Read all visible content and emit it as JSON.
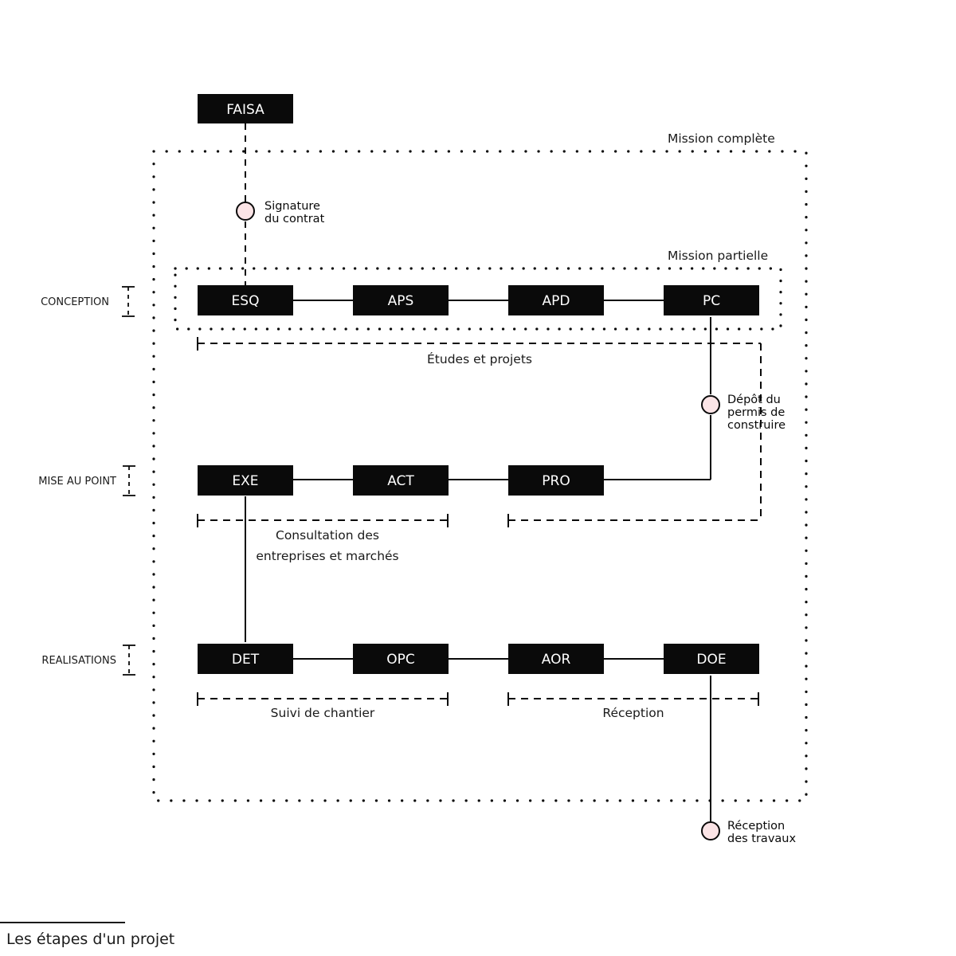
{
  "caption": "Les étapes d'un projet",
  "groups": [
    {
      "id": "mission-complete",
      "label": "Mission complète"
    },
    {
      "id": "mission-partielle",
      "label": "Mission partielle"
    }
  ],
  "row_labels": [
    {
      "id": "conception",
      "label": "CONCEPTION"
    },
    {
      "id": "mise-au-point",
      "label": "MISE AU POINT"
    },
    {
      "id": "realisations",
      "label": "REALISATIONS"
    }
  ],
  "phases": {
    "top": [
      {
        "id": "faisa",
        "label": "FAISA"
      }
    ],
    "conception": [
      {
        "id": "esq",
        "label": "ESQ"
      },
      {
        "id": "aps",
        "label": "APS"
      },
      {
        "id": "apd",
        "label": "APD"
      },
      {
        "id": "pc",
        "label": "PC"
      }
    ],
    "mise_au_point": [
      {
        "id": "exe",
        "label": "EXE"
      },
      {
        "id": "act",
        "label": "ACT"
      },
      {
        "id": "pro",
        "label": "PRO"
      }
    ],
    "realisations": [
      {
        "id": "det",
        "label": "DET"
      },
      {
        "id": "opc",
        "label": "OPC"
      },
      {
        "id": "aor",
        "label": "AOR"
      },
      {
        "id": "doe",
        "label": "DOE"
      }
    ]
  },
  "milestones": [
    {
      "id": "signature-contrat",
      "line1": "Signature",
      "line2": "du contrat",
      "line3": ""
    },
    {
      "id": "depot-permis",
      "line1": "Dépôt du",
      "line2": "permis de",
      "line3": "construire"
    },
    {
      "id": "reception-travaux",
      "line1": "Réception",
      "line2": "des travaux",
      "line3": ""
    }
  ],
  "brackets": [
    {
      "id": "etudes-et-projets",
      "label": "Études et projets"
    },
    {
      "id": "consultation",
      "line1": "Consultation des",
      "line2": "entreprises et marchés"
    },
    {
      "id": "suivi-de-chantier",
      "label": "Suivi de chantier"
    },
    {
      "id": "reception",
      "label": "Réception"
    }
  ],
  "colors": {
    "box_fill": "#0a0a0a",
    "box_text": "#ffffff",
    "milestone_fill": "#fbe4e6",
    "stroke": "#0a0a0a",
    "page_bg": "#ffffff"
  }
}
